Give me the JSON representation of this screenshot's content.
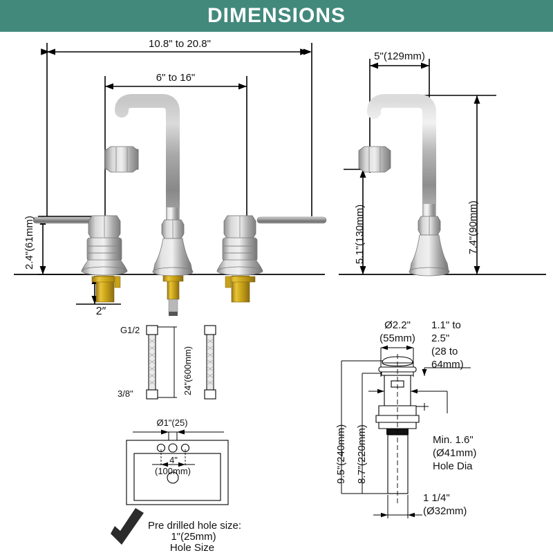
{
  "header": {
    "title": "DIMENSIONS",
    "bg": "#42897c",
    "fg": "#ffffff"
  },
  "main_view": {
    "overall_spread": "10.8\" to 20.8\"",
    "handle_spread": "6\" to 16\"",
    "handle_height": "2.4\"(61mm)",
    "shank_length": "2″"
  },
  "side_view": {
    "spout_reach": "5\"(129mm)",
    "spout_height": "5.1\"(130mm)",
    "overall_height": "7.4\"(90mm)"
  },
  "hoses": {
    "top_thread": "G1/2",
    "bottom_thread": "3/8\"",
    "length": "24\"(600mm)"
  },
  "drain": {
    "cap_dia": "Ø2.2\"",
    "cap_dia_mm": "(55mm)",
    "deck_thickness_1": "1.1\" to",
    "deck_thickness_2": "2.5\"",
    "deck_thickness_3": "(28 to",
    "deck_thickness_4": "64mm)",
    "total_length": "9.5\"(240mm)",
    "body_length": "8.7”(220mm)",
    "hole_min_1": "Min. 1.6\"",
    "hole_min_2": "(Ø41mm)",
    "hole_min_3": "Hole Dia",
    "tail_dia_1": "1 1/4\"",
    "tail_dia_2": "(Ø32mm)"
  },
  "sink_plan": {
    "hole_dia": "Ø1\"(25)",
    "center_spread_1": "4\"",
    "center_spread_2": "(100mm)"
  },
  "note": {
    "line1": "Pre drilled hole size:",
    "line2": "1\"(25mm)",
    "line3": "Hole Size",
    "icon": "check-mark-icon"
  }
}
